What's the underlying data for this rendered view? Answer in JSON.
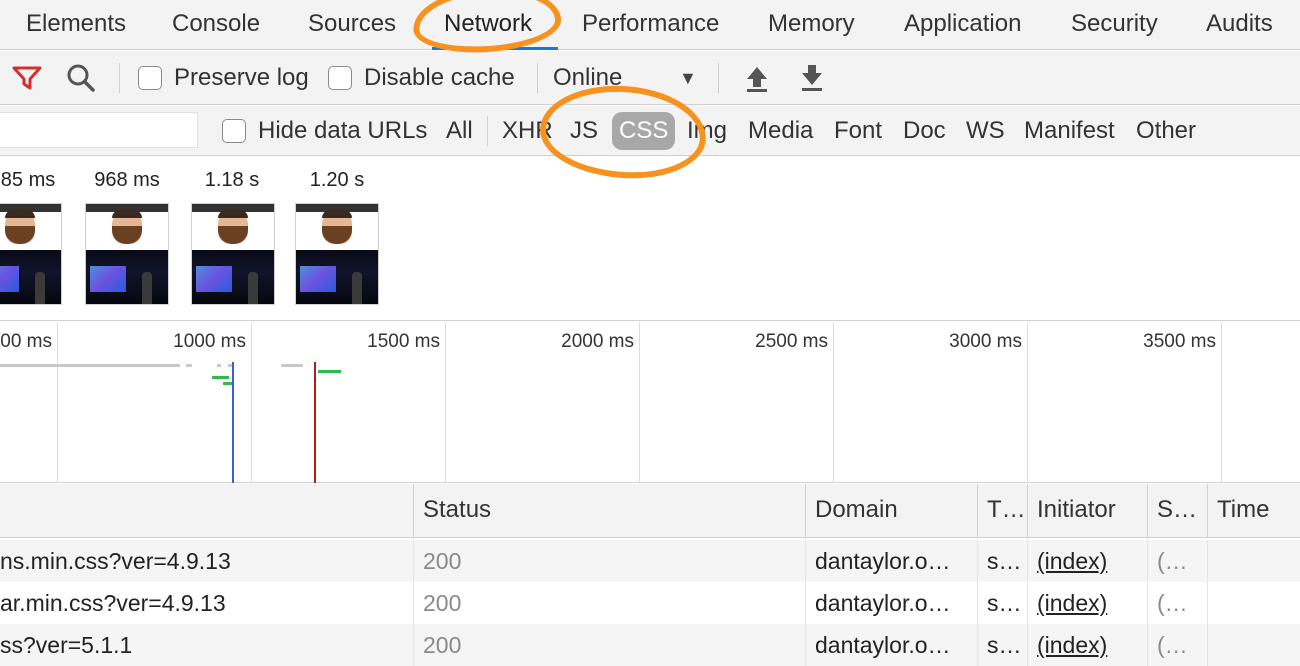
{
  "tabs": [
    "Elements",
    "Console",
    "Sources",
    "Network",
    "Performance",
    "Memory",
    "Application",
    "Security",
    "Audits"
  ],
  "active_tab": "Network",
  "toolbar": {
    "preserve_log_label": "Preserve log",
    "disable_cache_label": "Disable cache",
    "throttling_value": "Online"
  },
  "filter_bar": {
    "filter_placeholder": "",
    "hide_data_urls_label": "Hide data URLs",
    "types": [
      "All",
      "XHR",
      "JS",
      "CSS",
      "Img",
      "Media",
      "Font",
      "Doc",
      "WS",
      "Manifest",
      "Other"
    ],
    "active_type": "CSS"
  },
  "filmstrip": {
    "frames": [
      {
        "time": "85 ms"
      },
      {
        "time": "968 ms"
      },
      {
        "time": "1.18 s"
      },
      {
        "time": "1.20 s"
      }
    ]
  },
  "overview": {
    "ticks": [
      "00 ms",
      "1000 ms",
      "1500 ms",
      "2000 ms",
      "2500 ms",
      "3000 ms",
      "3500 ms"
    ],
    "dom_content_loaded_color": "#3b5fcc",
    "load_color": "#b01c1c",
    "request_bar_color": "#2ebd4a"
  },
  "table": {
    "columns": [
      "",
      "Status",
      "Domain",
      "T…",
      "Initiator",
      "S…",
      "Time"
    ],
    "rows": [
      {
        "name": "ns.min.css?ver=4.9.13",
        "status": "200",
        "domain": "dantaylor.o…",
        "type": "s…",
        "initiator": "(index)",
        "size": "(…",
        "time": ""
      },
      {
        "name": "ar.min.css?ver=4.9.13",
        "status": "200",
        "domain": "dantaylor.o…",
        "type": "s…",
        "initiator": "(index)",
        "size": "(…",
        "time": ""
      },
      {
        "name": "ss?ver=5.1.1",
        "status": "200",
        "domain": "dantaylor.o…",
        "type": "s…",
        "initiator": "(index)",
        "size": "(…",
        "time": ""
      }
    ]
  },
  "annotation_color": "#f7921e"
}
